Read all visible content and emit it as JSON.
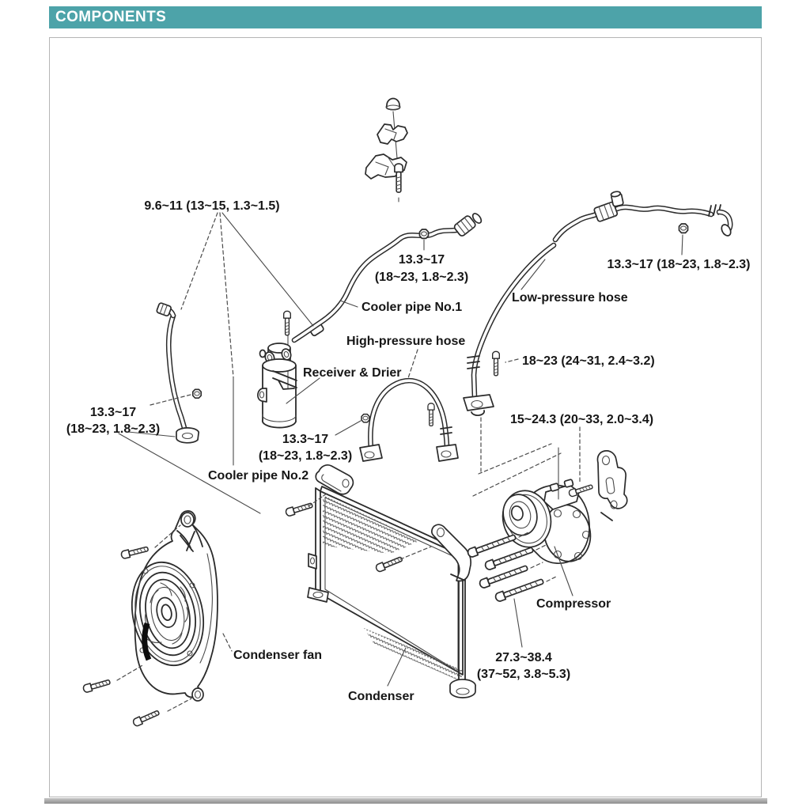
{
  "header": {
    "title": "COMPONENTS"
  },
  "colors": {
    "header_bg": "#4DA3A9",
    "header_text": "#ffffff",
    "line_art": "#2b2b2b",
    "label_text": "#161616",
    "box_border": "#b5b5b5",
    "bottom_rule": "#8e8e8e"
  },
  "diagram": {
    "labels": {
      "torque_top_left": "9.6~11 (13~15, 1.3~1.5)",
      "torque_pipe1_line1": "13.3~17",
      "torque_pipe1_line2": "(18~23, 1.8~2.3)",
      "torque_low_hose_right": "13.3~17 (18~23, 1.8~2.3)",
      "cooler_pipe_1": "Cooler pipe No.1",
      "low_pressure_hose": "Low-pressure hose",
      "high_pressure_hose": "High-pressure hose",
      "receiver_drier": "Receiver & Drier",
      "torque_low_hose_fitting": "18~23 (24~31, 2.4~3.2)",
      "torque_compressor_bracket": "15~24.3 (20~33, 2.0~3.4)",
      "torque_pipe2_line1": "13.3~17",
      "torque_pipe2_line2": "(18~23, 1.8~2.3)",
      "torque_high_hose_line1": "13.3~17",
      "torque_high_hose_line2": "(18~23, 1.8~2.3)",
      "cooler_pipe_2": "Cooler pipe No.2",
      "condenser_fan": "Condenser fan",
      "condenser": "Condenser",
      "compressor": "Compressor",
      "torque_compressor_line1": "27.3~38.4",
      "torque_compressor_line2": "(37~52, 3.8~5.3)"
    }
  }
}
